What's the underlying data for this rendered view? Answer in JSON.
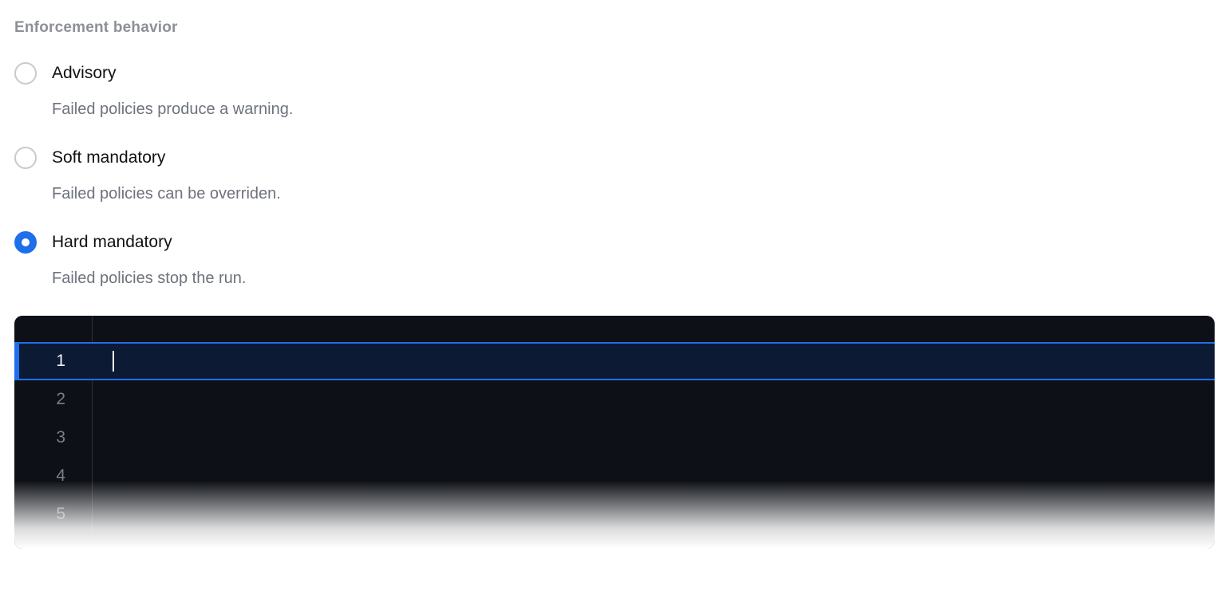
{
  "colors": {
    "accent": "#1f6feb",
    "editor_background": "#0d1016",
    "active_line_background": "#0c1a33"
  },
  "form": {
    "label": "Enforcement behavior",
    "options": [
      {
        "label": "Advisory",
        "description": "Failed policies produce a warning.",
        "selected": false
      },
      {
        "label": "Soft mandatory",
        "description": "Failed policies can be overriden.",
        "selected": false
      },
      {
        "label": "Hard mandatory",
        "description": "Failed policies stop the run.",
        "selected": true
      }
    ]
  },
  "editor": {
    "active_line": 1,
    "line_numbers": [
      "1",
      "2",
      "3",
      "4",
      "5"
    ],
    "content": ""
  }
}
